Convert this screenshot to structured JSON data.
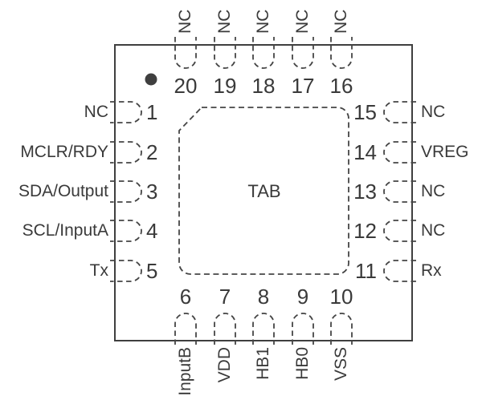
{
  "package": {
    "tab_label": "TAB",
    "colors": {
      "line": "#3f3f3f",
      "text": "#3a3a3a",
      "background": "#ffffff"
    }
  },
  "pins": {
    "top": [
      {
        "number": "20",
        "label": "NC"
      },
      {
        "number": "19",
        "label": "NC"
      },
      {
        "number": "18",
        "label": "NC"
      },
      {
        "number": "17",
        "label": "NC"
      },
      {
        "number": "16",
        "label": "NC"
      }
    ],
    "left": [
      {
        "number": "1",
        "label": "NC"
      },
      {
        "number": "2",
        "label": "MCLR/RDY"
      },
      {
        "number": "3",
        "label": "SDA/Output"
      },
      {
        "number": "4",
        "label": "SCL/InputA"
      },
      {
        "number": "5",
        "label": "Tx"
      }
    ],
    "right": [
      {
        "number": "15",
        "label": "NC"
      },
      {
        "number": "14",
        "label": "VREG"
      },
      {
        "number": "13",
        "label": "NC"
      },
      {
        "number": "12",
        "label": "NC"
      },
      {
        "number": "11",
        "label": "Rx"
      }
    ],
    "bottom": [
      {
        "number": "6",
        "label": "InputB"
      },
      {
        "number": "7",
        "label": "VDD"
      },
      {
        "number": "8",
        "label": "HB1"
      },
      {
        "number": "9",
        "label": "HB0"
      },
      {
        "number": "10",
        "label": "VSS"
      }
    ]
  }
}
